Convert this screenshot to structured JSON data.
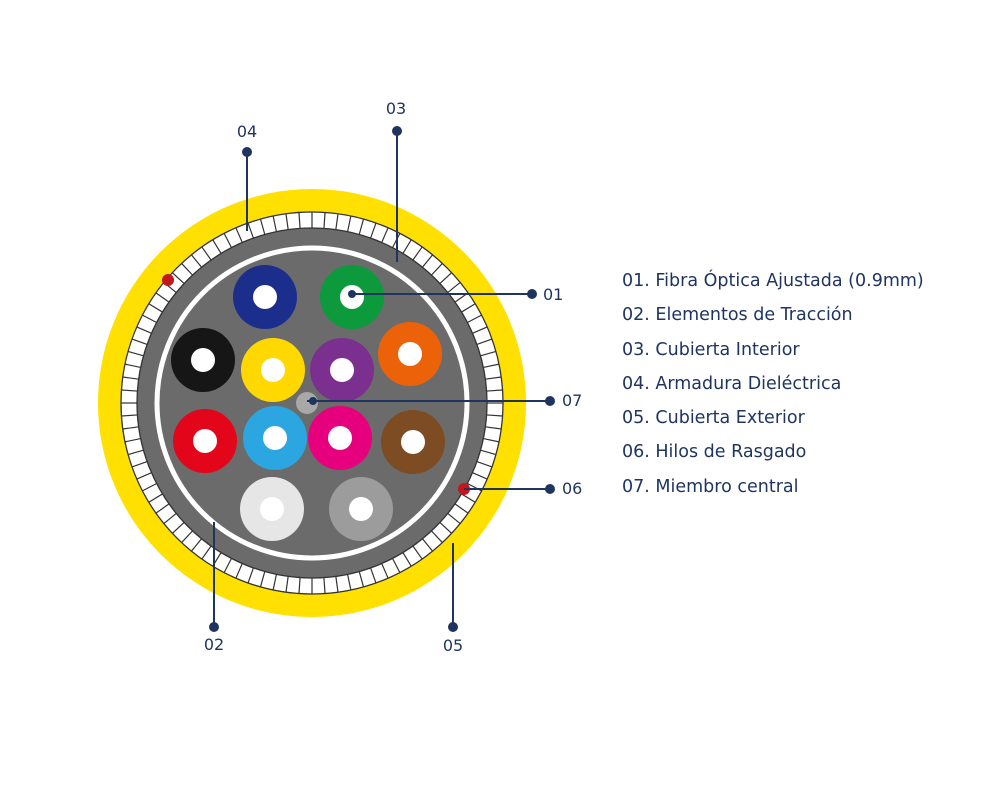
{
  "callouts": {
    "c01": "01",
    "c02": "02",
    "c03": "03",
    "c04": "04",
    "c05": "05",
    "c06": "06",
    "c07": "07"
  },
  "legend": [
    "01. Fibra Óptica Ajustada (0.9mm)",
    "02. Elementos de Tracción",
    "03. Cubierta Interior",
    "04. Armadura Dieléctrica",
    "05. Cubierta Exterior",
    "06. Hilos de Rasgado",
    "07. Miembro central"
  ],
  "colors": {
    "outer_jacket": "#ffe000",
    "inner_jacket": "#6b6b6b",
    "armor": "#ffffff",
    "leader": "#1f3560",
    "ripcord": "#c4161c",
    "central_member": "#a8a8a8",
    "fibers": {
      "blue": "#1c2e8c",
      "green": "#0c9a3c",
      "black": "#161616",
      "yellow": "#ffd800",
      "purple": "#7b2f8f",
      "orange": "#ec6208",
      "red": "#e3061b",
      "aqua": "#2ba6e0",
      "rose": "#e6007e",
      "brown": "#7d4c22",
      "white": "#e6e6e6",
      "gray": "#9c9c9c"
    }
  }
}
